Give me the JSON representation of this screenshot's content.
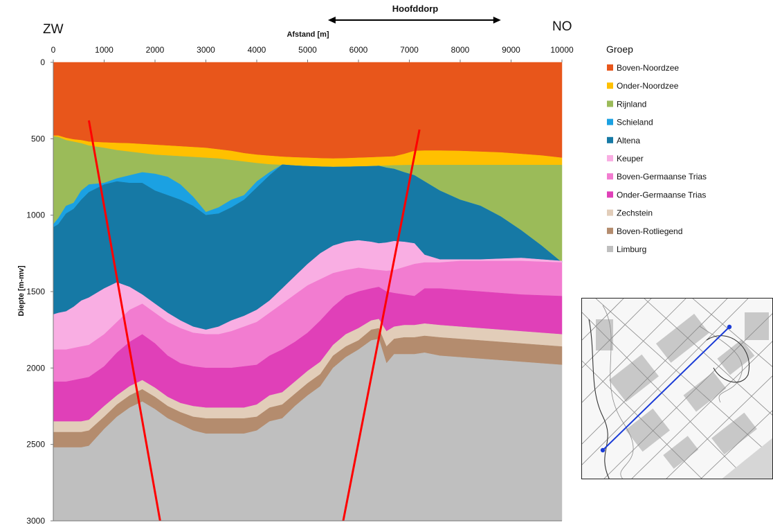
{
  "chart_data": {
    "type": "area",
    "subtype": "stacked geological cross-section",
    "title": "",
    "xlabel": "Afstand [m]",
    "ylabel": "Diepte [m-mv]",
    "xlim": [
      0,
      10000
    ],
    "ylim": [
      0,
      3000
    ],
    "y_inverted": true,
    "x_axis_position": "top",
    "x_ticks": [
      0,
      1000,
      2000,
      3000,
      4000,
      5000,
      6000,
      7000,
      8000,
      9000,
      10000
    ],
    "y_ticks": [
      0,
      500,
      1000,
      1500,
      2000,
      2500,
      3000
    ],
    "legend_title": "Groep",
    "legend_position": "right",
    "left_label": "ZW",
    "right_label": "NO",
    "annotation": {
      "text": "Hoofddorp",
      "x_start": 5400,
      "x_end": 8800
    },
    "x": [
      0,
      100,
      250,
      400,
      550,
      700,
      1000,
      1250,
      1500,
      1750,
      2000,
      2250,
      2500,
      2750,
      3000,
      3250,
      3500,
      3750,
      4000,
      4250,
      4500,
      4750,
      5000,
      5250,
      5500,
      5750,
      6000,
      6250,
      6400,
      6550,
      6700,
      6900,
      7100,
      7300,
      7600,
      8000,
      8400,
      8800,
      9200,
      9600,
      10000
    ],
    "series": [
      {
        "name": "Boven-Noordzee",
        "color": "#E8561B",
        "base": [
          0,
          0,
          0,
          0,
          0,
          0,
          0,
          0,
          0,
          0,
          0,
          0,
          0,
          0,
          0,
          0,
          0,
          0,
          0,
          0,
          0,
          0,
          0,
          0,
          0,
          0,
          0,
          0,
          0,
          0,
          0,
          0,
          0,
          0,
          0,
          0,
          0,
          0,
          0,
          0,
          0
        ],
        "bottom": [
          480,
          480,
          495,
          505,
          510,
          520,
          525,
          528,
          530,
          535,
          540,
          545,
          550,
          555,
          560,
          570,
          580,
          595,
          605,
          612,
          618,
          622,
          625,
          628,
          630,
          628,
          625,
          622,
          620,
          618,
          616,
          600,
          580,
          578,
          578,
          580,
          585,
          590,
          600,
          610,
          625
        ]
      },
      {
        "name": "Onder-Noordzee",
        "color": "#FFC000",
        "bottom": [
          485,
          490,
          510,
          520,
          530,
          545,
          560,
          575,
          585,
          595,
          605,
          610,
          615,
          620,
          625,
          630,
          640,
          650,
          660,
          668,
          672,
          676,
          680,
          683,
          685,
          684,
          682,
          680,
          678,
          676,
          674,
          673,
          672,
          672,
          672,
          672,
          672,
          672,
          672,
          672,
          672
        ]
      },
      {
        "name": "Rijnland",
        "color": "#9BBB59",
        "bottom": [
          1060,
          1020,
          940,
          920,
          840,
          800,
          790,
          760,
          740,
          720,
          730,
          750,
          800,
          880,
          980,
          950,
          900,
          870,
          780,
          720,
          670,
          676,
          680,
          683,
          685,
          684,
          682,
          680,
          678,
          690,
          698,
          720,
          740,
          780,
          840,
          900,
          940,
          1010,
          1100,
          1200,
          1310
        ]
      },
      {
        "name": "Schieland",
        "color": "#1BA1E2",
        "bottom": [
          1080,
          1060,
          990,
          960,
          900,
          850,
          800,
          780,
          790,
          790,
          840,
          870,
          900,
          940,
          1000,
          990,
          950,
          900,
          820,
          740,
          670,
          676,
          680,
          683,
          685,
          684,
          682,
          680,
          678,
          690,
          698,
          720,
          740,
          780,
          840,
          900,
          940,
          1010,
          1100,
          1200,
          1310
        ]
      },
      {
        "name": "Altena",
        "color": "#1679A5",
        "bottom": [
          1650,
          1640,
          1630,
          1600,
          1560,
          1540,
          1480,
          1440,
          1470,
          1520,
          1580,
          1640,
          1690,
          1730,
          1750,
          1730,
          1690,
          1660,
          1620,
          1560,
          1480,
          1400,
          1320,
          1250,
          1200,
          1175,
          1165,
          1175,
          1185,
          1180,
          1170,
          1175,
          1185,
          1260,
          1290,
          1290,
          1290,
          1285,
          1280,
          1290,
          1300
        ]
      },
      {
        "name": "Keuper",
        "color": "#F9AEE3",
        "bottom": [
          1880,
          1880,
          1880,
          1870,
          1860,
          1850,
          1780,
          1700,
          1620,
          1580,
          1640,
          1700,
          1740,
          1770,
          1780,
          1780,
          1760,
          1730,
          1700,
          1640,
          1580,
          1520,
          1460,
          1420,
          1380,
          1360,
          1345,
          1355,
          1360,
          1365,
          1360,
          1340,
          1320,
          1310,
          1310,
          1300,
          1300,
          1300,
          1300,
          1305,
          1310
        ]
      },
      {
        "name": "Boven-Germaanse Trias",
        "color": "#F27CD0",
        "bottom": [
          2090,
          2090,
          2090,
          2080,
          2070,
          2060,
          1990,
          1900,
          1830,
          1780,
          1840,
          1920,
          1970,
          1990,
          2000,
          2000,
          2000,
          1990,
          1980,
          1920,
          1880,
          1830,
          1770,
          1690,
          1600,
          1530,
          1500,
          1480,
          1470,
          1500,
          1510,
          1520,
          1530,
          1480,
          1480,
          1490,
          1500,
          1510,
          1520,
          1525,
          1530
        ]
      },
      {
        "name": "Onder-Germaanse Trias",
        "color": "#E040B8",
        "bottom": [
          2350,
          2350,
          2350,
          2350,
          2350,
          2340,
          2250,
          2180,
          2120,
          2080,
          2130,
          2190,
          2230,
          2250,
          2260,
          2260,
          2260,
          2260,
          2240,
          2180,
          2160,
          2090,
          2020,
          1960,
          1850,
          1780,
          1740,
          1690,
          1680,
          1760,
          1730,
          1720,
          1720,
          1710,
          1720,
          1730,
          1740,
          1750,
          1760,
          1770,
          1780
        ]
      },
      {
        "name": "Zechstein",
        "color": "#E2CDB9",
        "bottom": [
          2420,
          2420,
          2420,
          2420,
          2420,
          2410,
          2320,
          2240,
          2180,
          2140,
          2190,
          2250,
          2290,
          2320,
          2330,
          2330,
          2330,
          2330,
          2320,
          2260,
          2240,
          2170,
          2100,
          2040,
          1920,
          1860,
          1820,
          1750,
          1740,
          1860,
          1810,
          1800,
          1800,
          1790,
          1800,
          1810,
          1820,
          1830,
          1840,
          1850,
          1860
        ]
      },
      {
        "name": "Boven-Rotliegend",
        "color": "#B48C6E",
        "bottom": [
          2520,
          2520,
          2520,
          2520,
          2520,
          2510,
          2400,
          2320,
          2260,
          2220,
          2270,
          2330,
          2370,
          2410,
          2430,
          2430,
          2430,
          2430,
          2410,
          2350,
          2330,
          2250,
          2180,
          2120,
          2000,
          1930,
          1880,
          1820,
          1810,
          1970,
          1910,
          1910,
          1910,
          1900,
          1920,
          1930,
          1940,
          1950,
          1960,
          1970,
          1980
        ]
      },
      {
        "name": "Limburg",
        "color": "#BFBFBF",
        "bottom": [
          3000,
          3000,
          3000,
          3000,
          3000,
          3000,
          3000,
          3000,
          3000,
          3000,
          3000,
          3000,
          3000,
          3000,
          3000,
          3000,
          3000,
          3000,
          3000,
          3000,
          3000,
          3000,
          3000,
          3000,
          3000,
          3000,
          3000,
          3000,
          3000,
          3000,
          3000,
          3000,
          3000,
          3000,
          3000,
          3000,
          3000,
          3000,
          3000,
          3000,
          3000
        ]
      }
    ],
    "faults": [
      {
        "color": "#FF0000",
        "points": [
          [
            700,
            380
          ],
          [
            2100,
            3000
          ]
        ]
      },
      {
        "color": "#FF0000",
        "points": [
          [
            7200,
            440
          ],
          [
            5700,
            3000
          ]
        ]
      }
    ]
  }
}
